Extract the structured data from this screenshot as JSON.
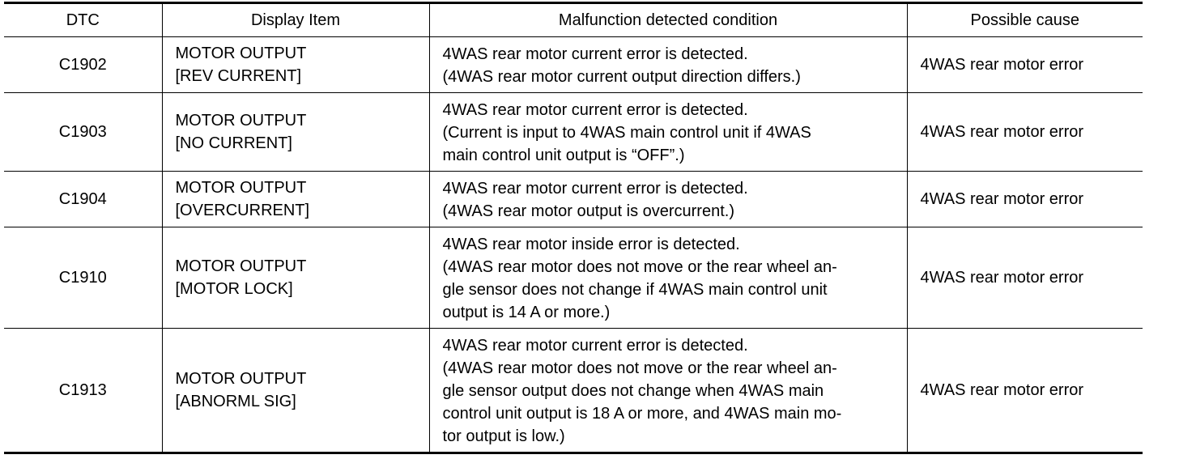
{
  "table": {
    "headers": {
      "dtc": "DTC",
      "display_item": "Display Item",
      "condition": "Malfunction detected condition",
      "cause": "Possible cause"
    },
    "rows": [
      {
        "dtc": "C1902",
        "item": [
          "MOTOR OUTPUT",
          "[REV CURRENT]"
        ],
        "condition": [
          "4WAS rear motor current error is detected.",
          "(4WAS rear motor current output direction differs.)"
        ],
        "cause": "4WAS rear motor error"
      },
      {
        "dtc": "C1903",
        "item": [
          "MOTOR OUTPUT",
          "[NO CURRENT]"
        ],
        "condition": [
          "4WAS rear motor current error is detected.",
          "(Current is input to 4WAS main control unit if 4WAS",
          "main control unit output is “OFF”.)"
        ],
        "cause": "4WAS rear motor error"
      },
      {
        "dtc": "C1904",
        "item": [
          "MOTOR OUTPUT",
          "[OVERCURRENT]"
        ],
        "condition": [
          "4WAS rear motor current error is detected.",
          "(4WAS rear motor output is overcurrent.)"
        ],
        "cause": "4WAS rear motor error"
      },
      {
        "dtc": "C1910",
        "item": [
          "MOTOR OUTPUT",
          "[MOTOR LOCK]"
        ],
        "condition": [
          "4WAS rear motor inside error is detected.",
          "(4WAS rear motor does not move or the rear wheel an-",
          "gle sensor does not change if 4WAS main control unit",
          "output is 14 A or more.)"
        ],
        "cause": "4WAS rear motor error"
      },
      {
        "dtc": "C1913",
        "item": [
          "MOTOR OUTPUT",
          "[ABNORML SIG]"
        ],
        "condition": [
          "4WAS rear motor current error is detected.",
          "(4WAS rear motor does not move or the rear wheel an-",
          "gle sensor output does not change when 4WAS main",
          "control unit output is 18 A or more, and 4WAS main mo-",
          "tor output is low.)"
        ],
        "cause": "4WAS rear motor error"
      }
    ]
  }
}
